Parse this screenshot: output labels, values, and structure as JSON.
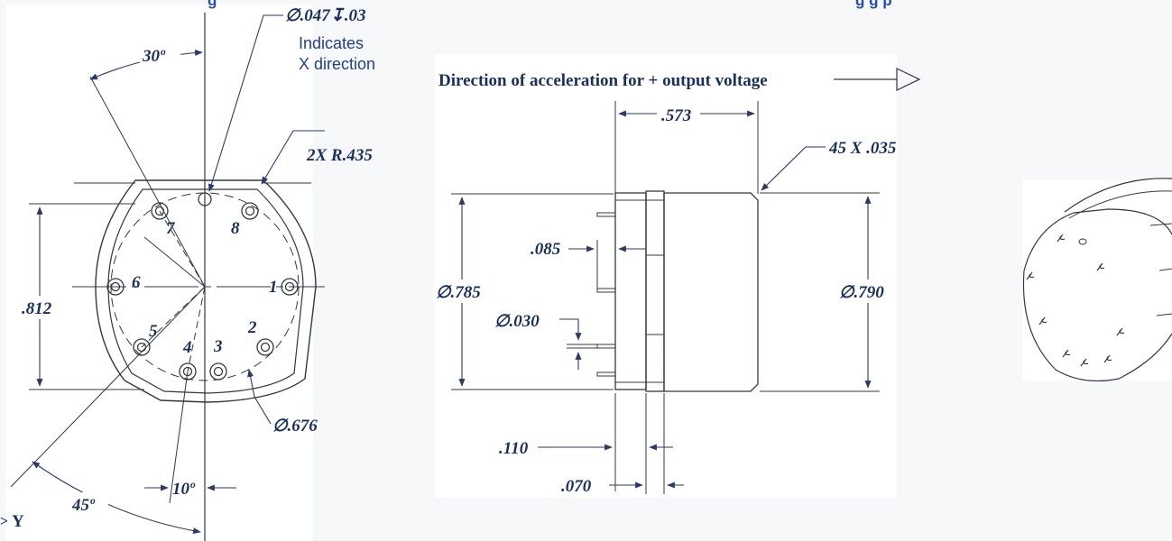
{
  "top_fragments": {
    "left": "g",
    "right": "g g p"
  },
  "front_view": {
    "hole_callout": "∅.047↧.03",
    "indicates": "Indicates",
    "x_direction": "X direction",
    "angle_top": "30º",
    "radius": "2X R.435",
    "height": ".812",
    "bolt_circle": "∅.676",
    "angle_bottom": "10º",
    "angle_left": "45º",
    "y_axis": "Y",
    "pin_numbers": [
      "1",
      "2",
      "3",
      "4",
      "5",
      "6",
      "7",
      "8"
    ]
  },
  "side_view": {
    "direction_text": "Direction of acceleration for + output voltage",
    "length": ".573",
    "chamfer": "45 X .035",
    "pin_spacing": ".085",
    "dia_left": "∅.785",
    "dia_right": "∅.790",
    "pin_dia": "∅.030",
    "flange_offset": ".110",
    "flange_thickness": ".070"
  },
  "colors": {
    "text": "#1a2f5a",
    "blue_text": "#233f85",
    "line": "#333840",
    "background": "#f7f8fa"
  }
}
